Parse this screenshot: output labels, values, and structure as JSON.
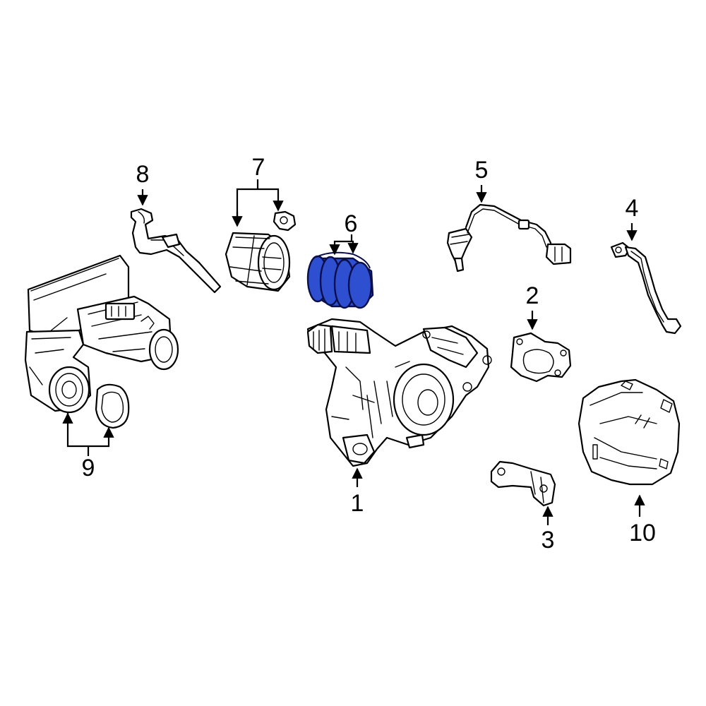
{
  "callouts": [
    {
      "id": "1",
      "label": "1"
    },
    {
      "id": "2",
      "label": "2"
    },
    {
      "id": "3",
      "label": "3"
    },
    {
      "id": "4",
      "label": "4"
    },
    {
      "id": "5",
      "label": "5"
    },
    {
      "id": "6",
      "label": "6"
    },
    {
      "id": "7",
      "label": "7"
    },
    {
      "id": "8",
      "label": "8"
    },
    {
      "id": "9",
      "label": "9"
    },
    {
      "id": "10",
      "label": "10"
    }
  ],
  "highlighted_part": "6",
  "colors": {
    "highlight_fill": "#2f4fd1",
    "line": "#000000",
    "background": "#ffffff"
  }
}
